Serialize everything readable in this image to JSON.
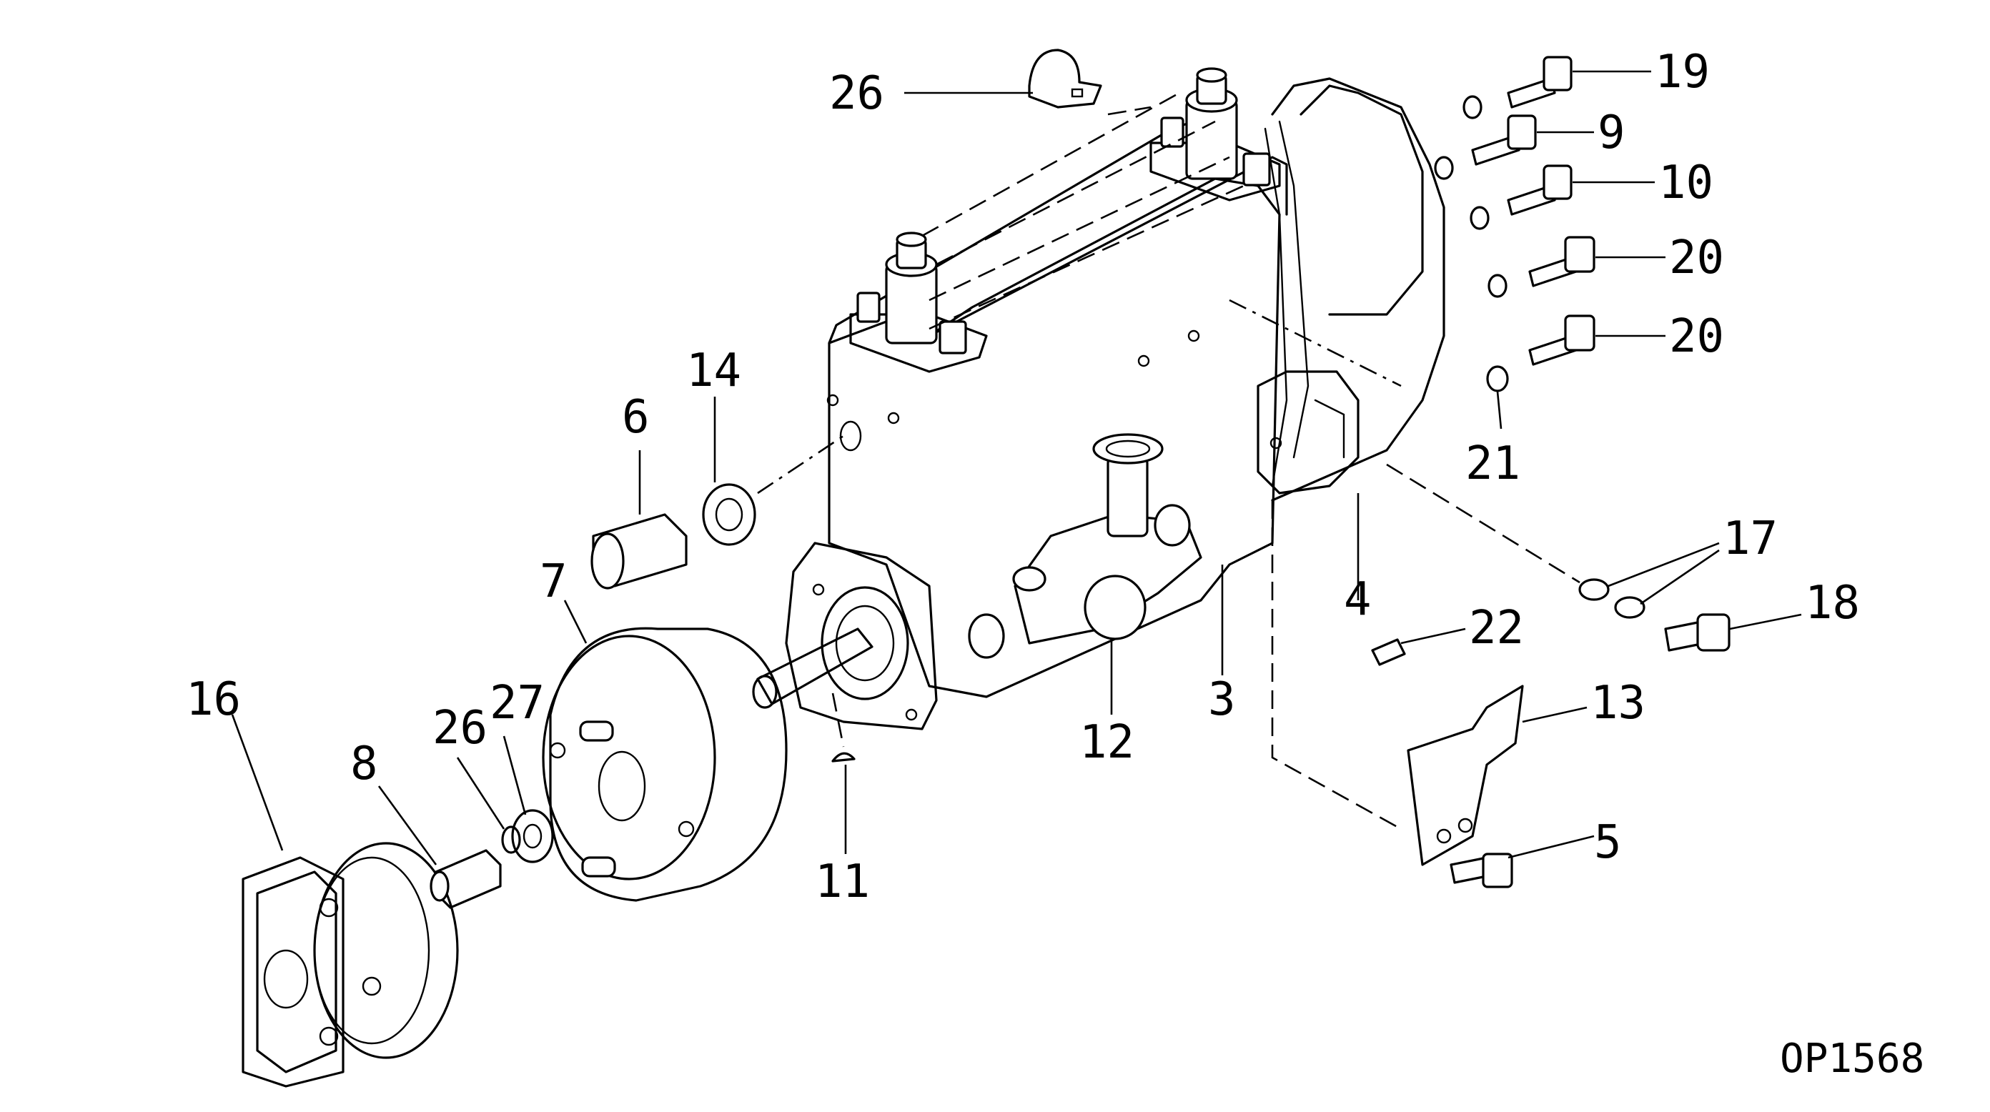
{
  "diagram": {
    "drawing_code": "OP1568",
    "callouts": {
      "c3": "3",
      "c4": "4",
      "c5": "5",
      "c6": "6",
      "c7": "7",
      "c8": "8",
      "c9": "9",
      "c10": "10",
      "c11": "11",
      "c12": "12",
      "c13": "13",
      "c14": "14",
      "c16": "16",
      "c17": "17",
      "c18": "18",
      "c19": "19",
      "c20a": "20",
      "c20b": "20",
      "c21": "21",
      "c22": "22",
      "c26a": "26",
      "c26b": "26",
      "c27": "27"
    }
  }
}
